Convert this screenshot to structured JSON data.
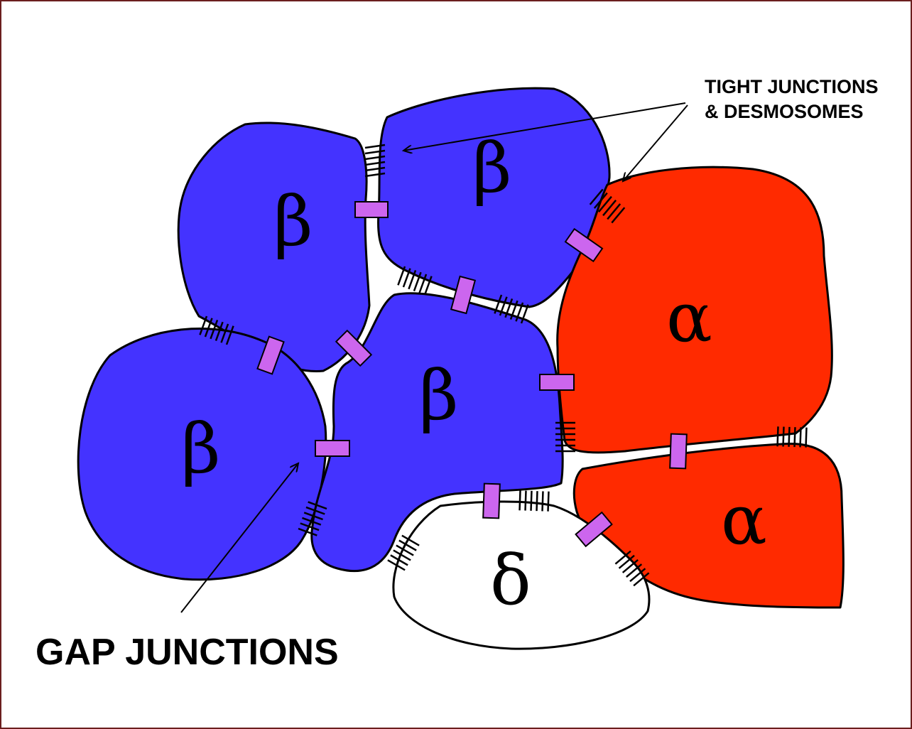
{
  "labels": {
    "tight_line1": "TIGHT JUNCTIONS",
    "tight_line2": "& DESMOSOMES",
    "gap": "GAP JUNCTIONS"
  },
  "cells": {
    "beta": "β",
    "alpha": "α",
    "delta": "δ"
  },
  "colors": {
    "beta_cell": "#4433ff",
    "alpha_cell": "#ff2a00",
    "delta_cell": "#ffffff",
    "gap_junction": "#cc66ee",
    "outline": "#000000",
    "frame": "#6b1e1e"
  }
}
